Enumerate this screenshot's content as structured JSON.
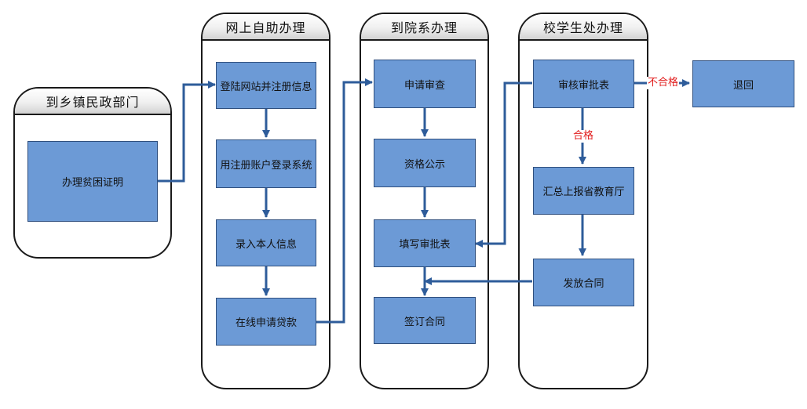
{
  "lanes": {
    "township": "到乡镇民政部门",
    "online": "网上自助办理",
    "dept": "到院系办理",
    "school": "校学生处办理"
  },
  "nodes": {
    "poverty_cert": "办理贫困证明",
    "register": "登陆网站并注册信息",
    "login": "用注册账户登录系统",
    "enter_info": "录入本人信息",
    "apply_loan": "在线申请贷款",
    "apply_review": "申请审查",
    "qual_publicity": "资格公示",
    "fill_form": "填写审批表",
    "sign_contract": "签订合同",
    "audit": "审核审批表",
    "report": "汇总上报省教育厅",
    "issue_contract": "发放合同",
    "return": "退回"
  },
  "edge_labels": {
    "fail": "不合格",
    "pass": "合格"
  },
  "colors": {
    "node_fill": "#6c9ad6",
    "arrow": "#2e5c9a",
    "edge_label": "#e11b1b"
  }
}
